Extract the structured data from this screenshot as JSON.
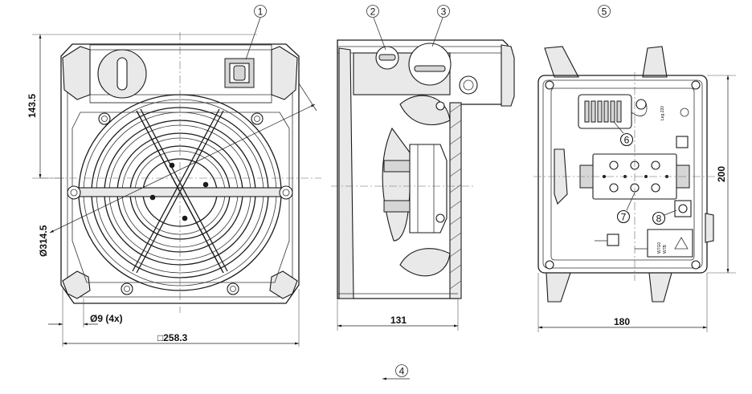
{
  "dimensions": {
    "height_left": "143.5",
    "diameter": "Ø314.5",
    "holes": "Ø9 (4x)",
    "square": "□258.3",
    "depth": "131",
    "box_width": "180",
    "box_height": "200"
  },
  "callouts": [
    "1",
    "2",
    "3",
    "4",
    "5",
    "6",
    "7",
    "8"
  ],
  "box_labels": {
    "label_top": "Leg.220",
    "label_bottom_1": "W7G0",
    "label_bottom_2": "W7B"
  }
}
